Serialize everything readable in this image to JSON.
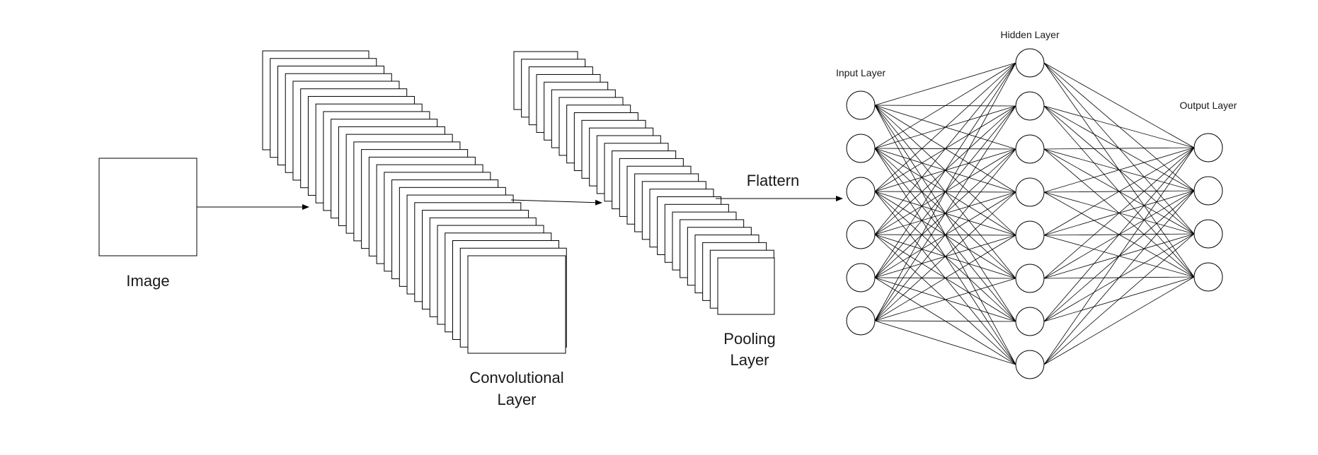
{
  "labels": {
    "image": "Image",
    "conv_line1": "Convolutional",
    "conv_line2": "Layer",
    "pool_line1": "Pooling",
    "pool_line2": "Layer",
    "flatten": "Flattern",
    "input_layer": "Input Layer",
    "hidden_layer": "Hidden Layer",
    "output_layer": "Output Layer"
  },
  "network": {
    "input_nodes": 6,
    "hidden_nodes": 8,
    "output_nodes": 4,
    "fully_connected": true
  },
  "stacks": {
    "convolutional_maps": 28,
    "pooling_maps": 28
  }
}
